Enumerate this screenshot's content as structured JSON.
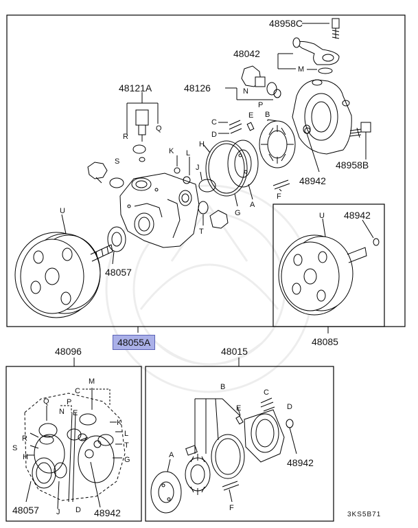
{
  "diagram": {
    "part_labels": {
      "p48958C": "48958C",
      "p48042": "48042",
      "M": "M",
      "p48121A": "48121A",
      "p48126": "48126",
      "N": "N",
      "P": "P",
      "C": "C",
      "E": "E",
      "B": "B",
      "D": "D",
      "R": "R",
      "Q": "Q",
      "K": "K",
      "L": "L",
      "H": "H",
      "J": "J",
      "S": "S",
      "p48958B": "48958B",
      "p48942": "48942",
      "F": "F",
      "A": "A",
      "G": "G",
      "T": "T",
      "U": "U",
      "p48057": "48057",
      "p48055A": "48055A",
      "p48085": "48085",
      "p48096": "48096",
      "p48015": "48015"
    },
    "reference_code": "3KS5B71"
  }
}
